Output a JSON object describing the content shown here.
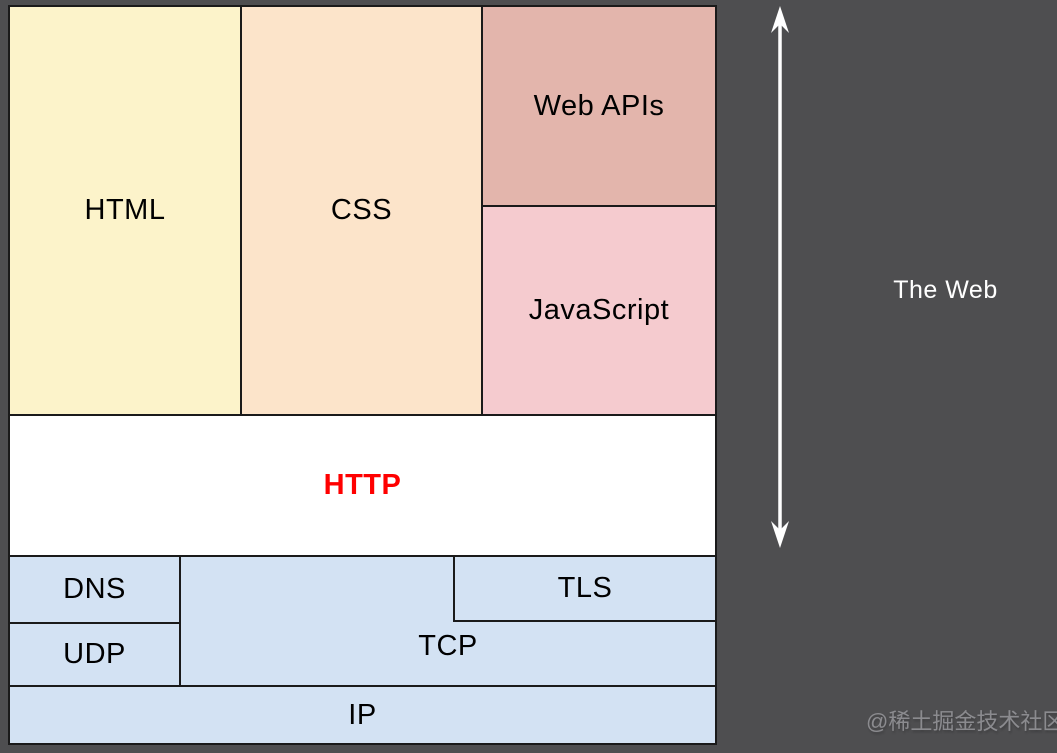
{
  "diagram": {
    "boxes": {
      "html": {
        "label": "HTML",
        "color": "#FCF3CA"
      },
      "css": {
        "label": "CSS",
        "color": "#FCE4CA"
      },
      "web_apis": {
        "label": "Web APIs",
        "color": "#E3B5AC"
      },
      "javascript": {
        "label": "JavaScript",
        "color": "#F5CBCF"
      },
      "http": {
        "label": "HTTP",
        "color": "#FFFFFF",
        "text_color": "#FF0000"
      },
      "dns": {
        "label": "DNS",
        "color": "#D3E2F3"
      },
      "udp": {
        "label": "UDP",
        "color": "#D3E2F3"
      },
      "tcp": {
        "label": "TCP",
        "color": "#D3E2F3"
      },
      "tls": {
        "label": "TLS",
        "color": "#D3E2F3"
      },
      "ip": {
        "label": "IP",
        "color": "#D3E2F3"
      }
    },
    "annotation": {
      "label": "The Web"
    },
    "watermark": "@稀土掘金技术社区",
    "colors": {
      "background": "#4E4E50",
      "border": "#1A1A1A",
      "arrow": "#FFFFFF",
      "title_text": "#FFFFFF",
      "watermark_text": "#C9C9CE",
      "label_text": "#000000"
    }
  }
}
